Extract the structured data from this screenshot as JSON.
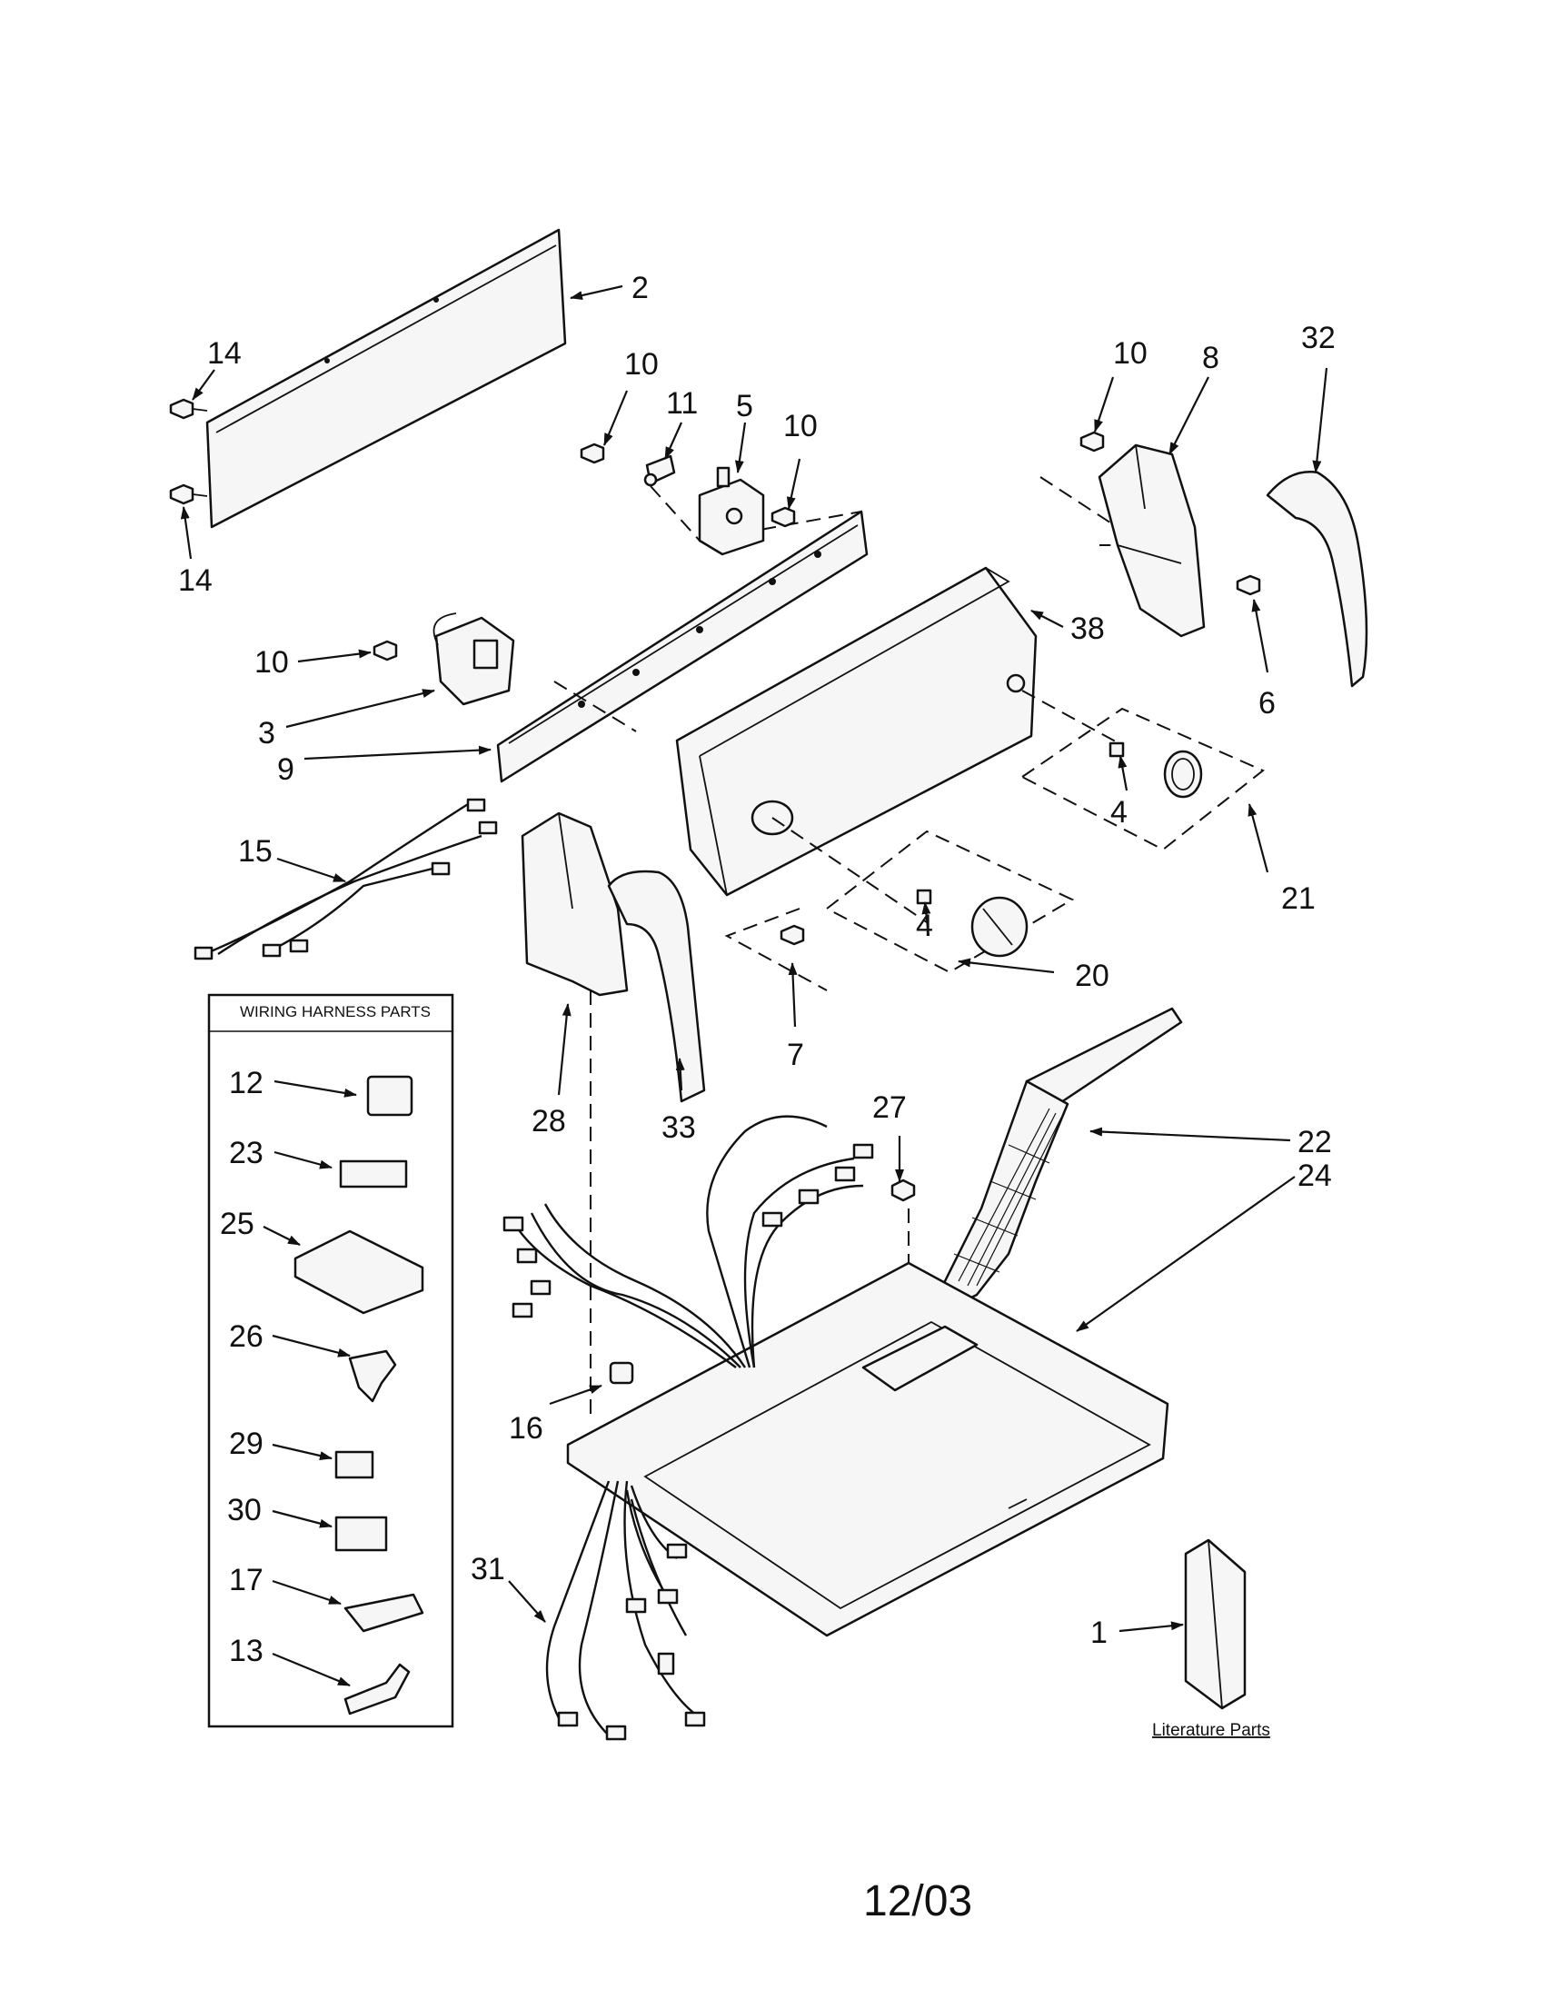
{
  "diagram": {
    "date_code": "12/03",
    "wiring_box_title": "WIRING HARNESS PARTS",
    "literature_label": "Literature Parts"
  },
  "callouts": {
    "c1": "1",
    "c2": "2",
    "c3": "3",
    "c4a": "4",
    "c4b": "4",
    "c5": "5",
    "c6": "6",
    "c7": "7",
    "c8": "8",
    "c9": "9",
    "c10a": "10",
    "c10b": "10",
    "c10c": "10",
    "c10d": "10",
    "c11": "11",
    "c12": "12",
    "c13": "13",
    "c14a": "14",
    "c14b": "14",
    "c15": "15",
    "c16": "16",
    "c17": "17",
    "c20": "20",
    "c21": "21",
    "c22": "22",
    "c23": "23",
    "c24": "24",
    "c25": "25",
    "c26": "26",
    "c27": "27",
    "c28": "28",
    "c29": "29",
    "c30": "30",
    "c31": "31",
    "c32": "32",
    "c33": "33",
    "c38": "38"
  }
}
